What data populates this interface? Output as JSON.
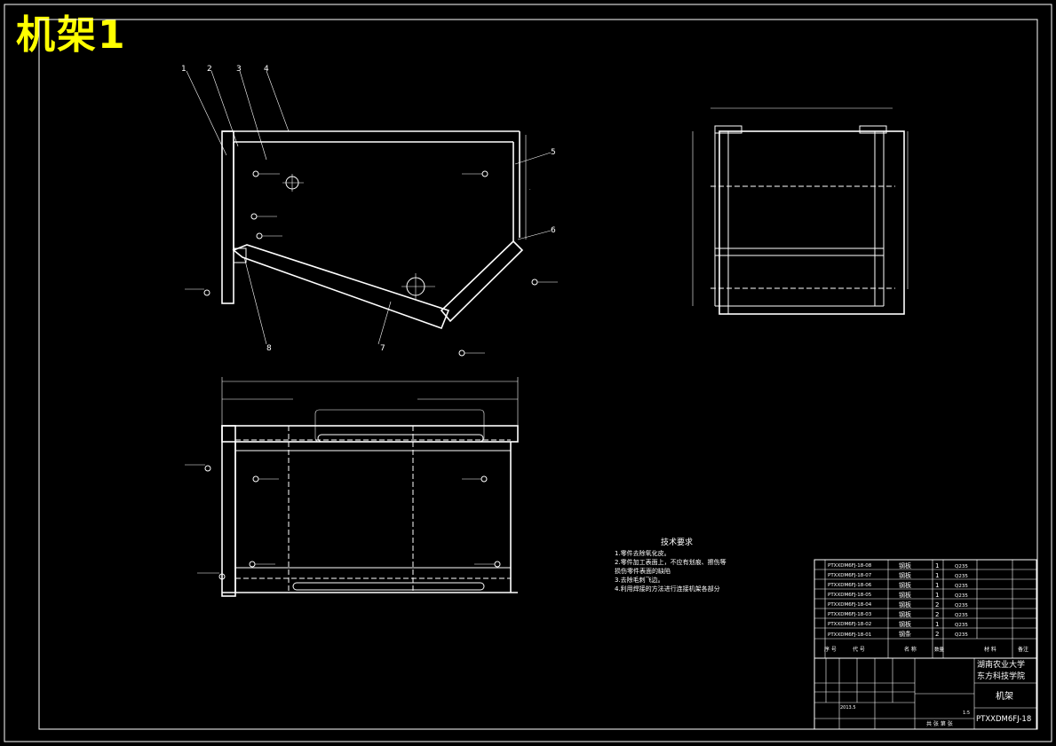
{
  "drawing": {
    "title": "机架1",
    "tech_requirements": {
      "heading": "技术要求",
      "items": [
        "1.零件去除氧化皮。",
        "2.零件加工表面上，不应有划痕、擦伤等",
        "损伤零件表面的缺陷",
        "3.去除毛刺飞边。",
        "4.利用焊接的方法进行连接机架各部分"
      ]
    },
    "bom": [
      {
        "code": "PTXXDM6FJ-18-08",
        "name": "钢板",
        "qty": "1",
        "material": "Q235"
      },
      {
        "code": "PTXXDM6FJ-18-07",
        "name": "钢板",
        "qty": "1",
        "material": "Q235"
      },
      {
        "code": "PTXXDM6FJ-18-06",
        "name": "钢板",
        "qty": "1",
        "material": "Q235"
      },
      {
        "code": "PTXXDM6FJ-18-05",
        "name": "钢板",
        "qty": "1",
        "material": "Q235"
      },
      {
        "code": "PTXXDM6FJ-18-04",
        "name": "钢板",
        "qty": "2",
        "material": "Q235"
      },
      {
        "code": "PTXXDM6FJ-18-03",
        "name": "钢板",
        "qty": "2",
        "material": "Q235"
      },
      {
        "code": "PTXXDM6FJ-18-02",
        "name": "钢板",
        "qty": "1",
        "material": "Q235"
      },
      {
        "code": "PTXXDM6FJ-18-01",
        "name": "钢条",
        "qty": "2",
        "material": "Q235"
      }
    ],
    "bom_header": {
      "seq": "序 号",
      "code": "代 号",
      "name": "名 称",
      "qty": "数量",
      "material": "材 料",
      "note": "备注"
    },
    "title_block": {
      "school_line1": "湖南农业大学",
      "school_line2": "东方科技学院",
      "part_name": "机架",
      "drawing_no": "PTXXDM6FJ-18",
      "scale": "1:5",
      "date": "2013.5",
      "footer": "共 张 第 张"
    },
    "balloons": [
      "1",
      "2",
      "3",
      "4",
      "5",
      "6",
      "7",
      "8"
    ]
  }
}
